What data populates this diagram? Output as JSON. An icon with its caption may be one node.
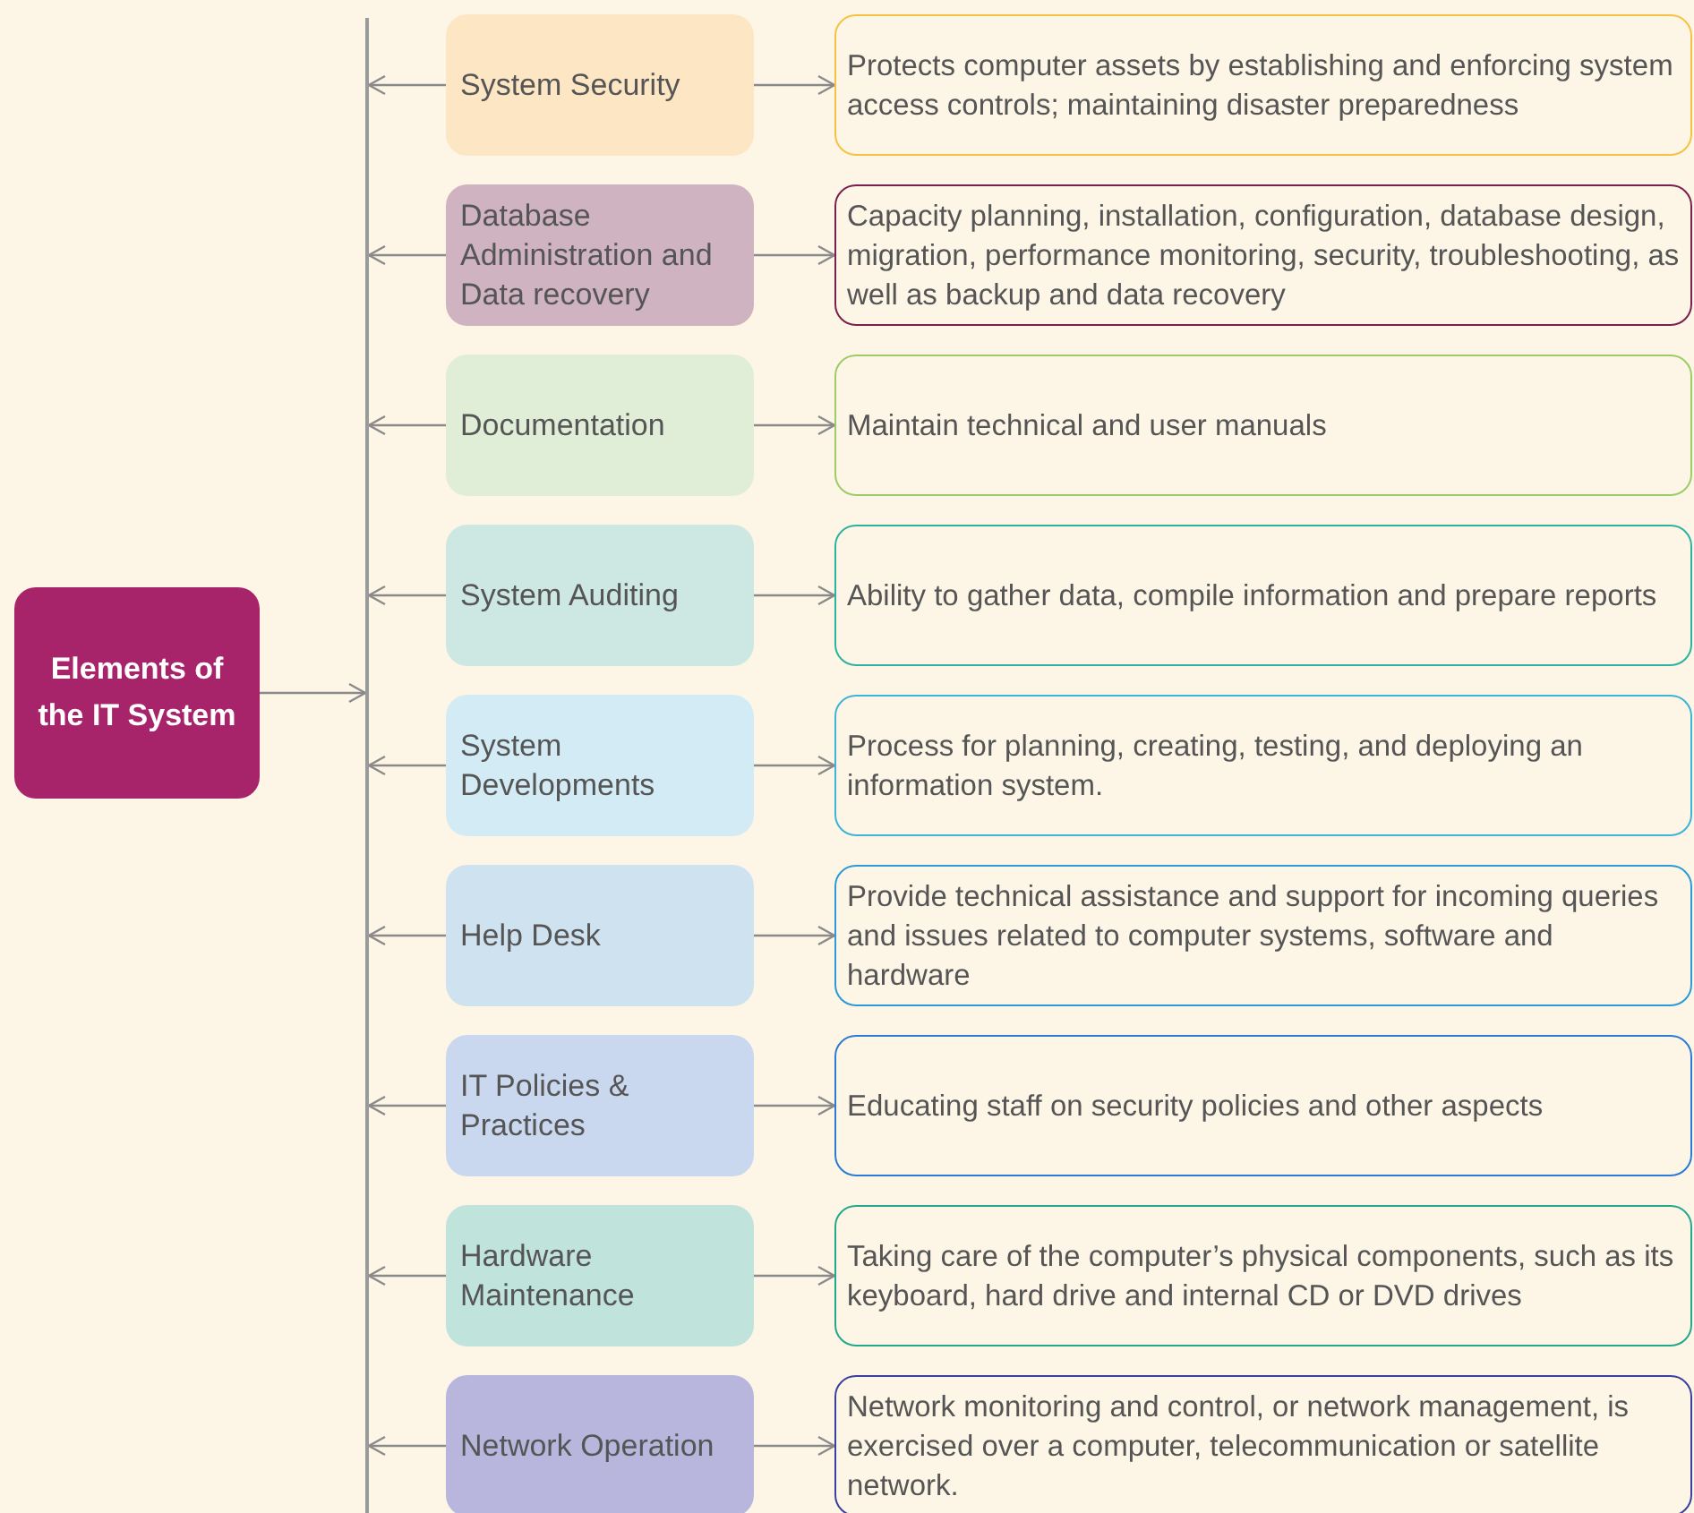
{
  "diagram": {
    "nodes": [
      {
        "text": [
          "Elements of the IT System"
        ]
      },
      {
        "text": [],
        "shape": "bar"
      },
      {
        "text": [
          "System Security"
        ]
      },
      {
        "text": [
          "Protects computer assets by establishing and enforcing system access controls; maintaining disaster preparedness"
        ]
      },
      {
        "text": [
          "Database Administration and Data recovery"
        ]
      },
      {
        "text": [
          "Capacity planning, installation, configuration, database design, migration, performance monitoring, security, troubleshooting, as well as backup and data recovery"
        ]
      },
      {
        "text": [
          "Documentation"
        ]
      },
      {
        "text": [
          "Maintain technical and user manuals"
        ]
      },
      {
        "text": [
          "System Auditing"
        ]
      },
      {
        "text": [
          "Ability to gather data, compile information and prepare reports"
        ]
      },
      {
        "text": [
          "System Developments"
        ]
      },
      {
        "text": [
          "Process for planning, creating, testing, and deploying an information system."
        ]
      },
      {
        "text": [
          "Help Desk"
        ]
      },
      {
        "text": [
          "Provide technical assistance and support for incoming queries and issues related to computer systems, software and hardware"
        ]
      },
      {
        "text": [
          "IT Policies & Practices"
        ]
      },
      {
        "text": [
          "Educating staff on security policies and other aspects"
        ]
      },
      {
        "text": [
          "Hardware Maintenance"
        ]
      },
      {
        "text": [
          "Taking care of the computer’s physical components, such as its keyboard, hard drive and internal CD or DVD drives"
        ]
      },
      {
        "text": [
          "Network Operation"
        ]
      },
      {
        "text": [
          "Network monitoring and control, or network management, is exercised over a computer, telecommunication or satellite network."
        ]
      }
    ],
    "edges": [
      {
        "from": 0,
        "to": 1,
        "arrow": "to"
      },
      {
        "from": 2,
        "to": 1,
        "arrow": "to"
      },
      {
        "from": 2,
        "to": 3,
        "arrow": "to"
      },
      {
        "from": 4,
        "to": 1,
        "arrow": "to"
      },
      {
        "from": 4,
        "to": 5,
        "arrow": "to"
      },
      {
        "from": 6,
        "to": 1,
        "arrow": "to"
      },
      {
        "from": 6,
        "to": 7,
        "arrow": "to"
      },
      {
        "from": 8,
        "to": 1,
        "arrow": "to"
      },
      {
        "from": 8,
        "to": 9,
        "arrow": "to"
      },
      {
        "from": 10,
        "to": 1,
        "arrow": "to"
      },
      {
        "from": 10,
        "to": 11,
        "arrow": "to"
      },
      {
        "from": 12,
        "to": 1,
        "arrow": "to"
      },
      {
        "from": 12,
        "to": 13,
        "arrow": "to"
      },
      {
        "from": 14,
        "to": 1,
        "arrow": "to"
      },
      {
        "from": 14,
        "to": 15,
        "arrow": "to"
      },
      {
        "from": 16,
        "to": 1,
        "arrow": "to"
      },
      {
        "from": 16,
        "to": 17,
        "arrow": "to"
      },
      {
        "from": 18,
        "to": 1,
        "arrow": "to"
      },
      {
        "from": 18,
        "to": 19,
        "arrow": "to"
      }
    ]
  }
}
